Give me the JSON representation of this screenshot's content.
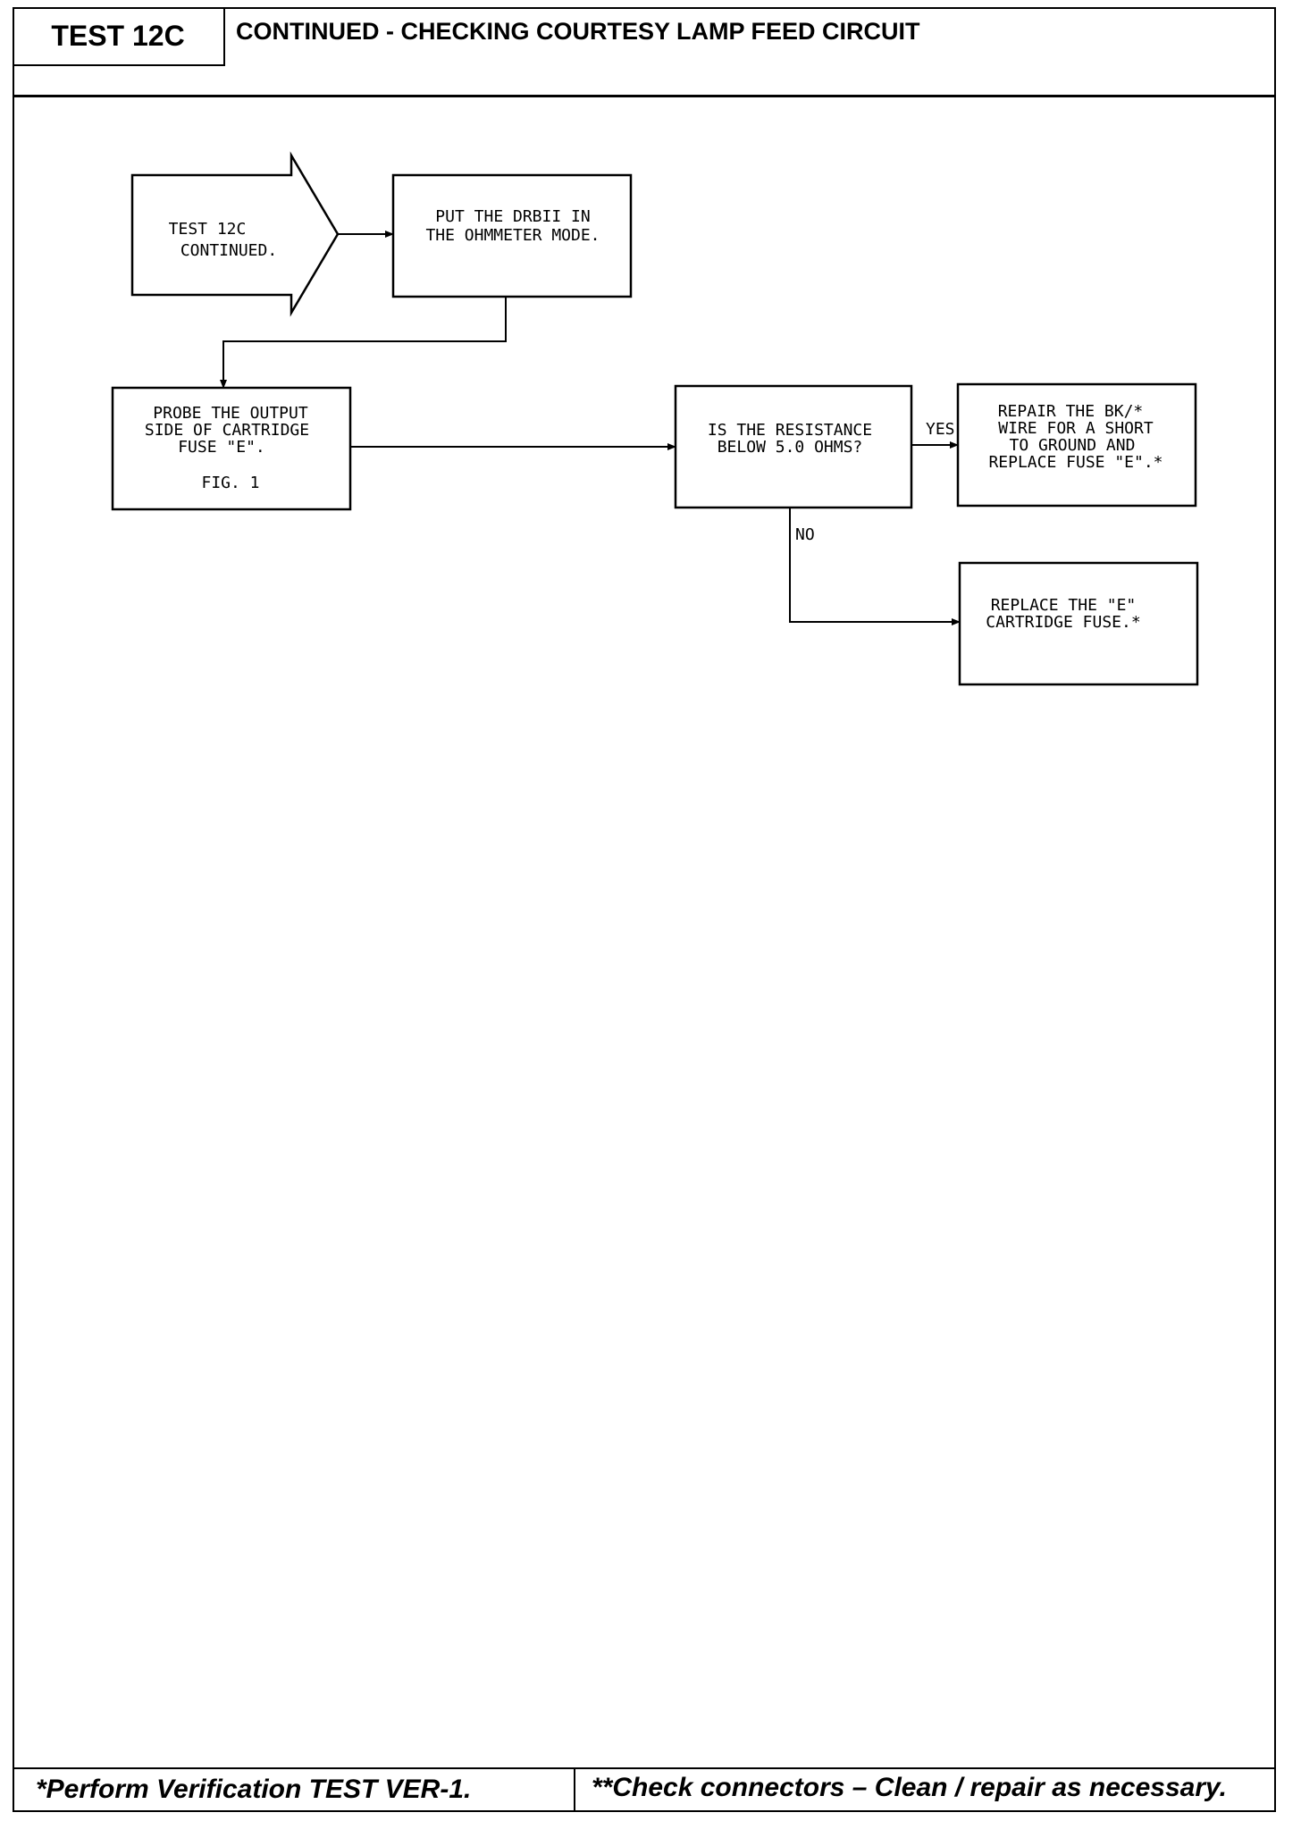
{
  "header": {
    "test_id": "TEST 12C",
    "title": "CONTINUED - CHECKING COURTESY LAMP FEED CIRCUIT"
  },
  "flowchart": {
    "start": [
      "TEST 12C",
      "CONTINUED."
    ],
    "step1": [
      "PUT THE DRBII IN",
      "THE OHMMETER MODE."
    ],
    "step2": [
      "PROBE THE OUTPUT",
      "SIDE OF CARTRIDGE",
      "FUSE \"E\"."
    ],
    "step2_ref": "FIG. 1",
    "decision": [
      "IS THE RESISTANCE",
      "BELOW 5.0 OHMS?"
    ],
    "yes_label": "YES",
    "no_label": "NO",
    "yes_action": [
      "REPAIR THE BK/*",
      "WIRE FOR A SHORT",
      "TO GROUND AND",
      "REPLACE FUSE \"E\".*"
    ],
    "no_action": [
      "REPLACE THE \"E\"",
      "CARTRIDGE FUSE.*"
    ]
  },
  "footer": {
    "left_note": "*Perform Verification TEST VER-1.",
    "right_note": "**Check connectors – Clean / repair as necessary."
  }
}
